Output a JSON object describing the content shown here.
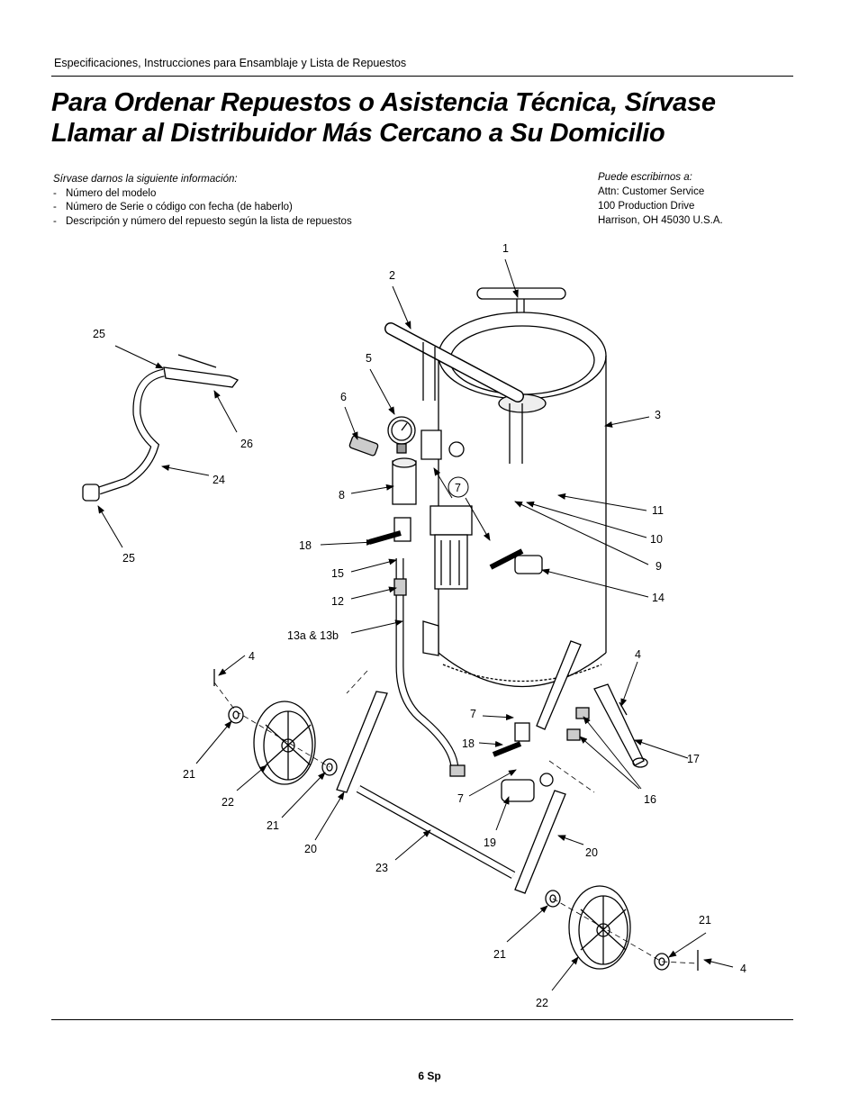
{
  "header": {
    "running_title": "Especificaciones, Instrucciones para Ensamblaje y Lista de Repuestos"
  },
  "title": {
    "line1": "Para Ordenar Repuestos o Asistencia Técnica, Sírvase",
    "line2": "Llamar al Distribuidor Más Cercano a Su Domicilio"
  },
  "info": {
    "intro": "Sírvase darnos la siguiente información:",
    "items": [
      "Número del modelo",
      "Número de Serie o código con fecha (de haberlo)",
      "Descripción y número del repuesto según la lista de repuestos"
    ]
  },
  "address": {
    "intro": "Puede escribirnos a:",
    "line1": "Attn: Customer Service",
    "line2": "100 Production Drive",
    "line3": "Harrison, OH  45030   U.S.A."
  },
  "callouts": {
    "c1": "1",
    "c2": "2",
    "c3": "3",
    "c4a": "4",
    "c4b": "4",
    "c4c": "4",
    "c5": "5",
    "c6": "6",
    "c7a": "7",
    "c7b": "7",
    "c7c": "7",
    "c8": "8",
    "c9": "9",
    "c10": "10",
    "c11": "11",
    "c12": "12",
    "c13": "13a & 13b",
    "c14": "14",
    "c15": "15",
    "c16": "16",
    "c17": "17",
    "c18a": "18",
    "c18b": "18",
    "c19": "19",
    "c20a": "20",
    "c20b": "20",
    "c21a": "21",
    "c21b": "21",
    "c21c": "21",
    "c21d": "21",
    "c22a": "22",
    "c22b": "22",
    "c23": "23",
    "c24": "24",
    "c25a": "25",
    "c25b": "25",
    "c26": "26"
  },
  "footer": {
    "page_number": "6 Sp"
  }
}
